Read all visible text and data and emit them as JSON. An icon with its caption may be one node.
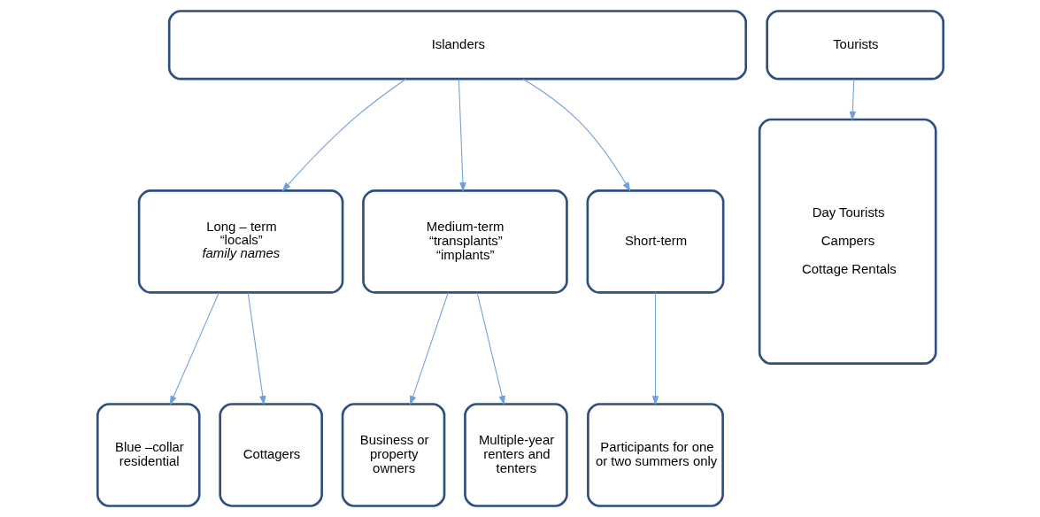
{
  "diagram": {
    "nodes": [
      {
        "text": [
          "Islanders"
        ]
      },
      {
        "text": [
          "Tourists"
        ]
      },
      {
        "text": [
          "Long – term",
          "“locals”",
          "family names"
        ]
      },
      {
        "text": [
          "Medium-term",
          "“transplants”",
          "“implants”"
        ]
      },
      {
        "text": [
          "Short-term"
        ]
      },
      {
        "text": [
          "Day Tourists",
          "Campers",
          "Cottage Rentals"
        ]
      },
      {
        "text": [
          "Blue –collar residential"
        ]
      },
      {
        "text": [
          "Cottagers"
        ]
      },
      {
        "text": [
          "Business or property owners"
        ]
      },
      {
        "text": [
          "Multiple-year renters and tenters"
        ]
      },
      {
        "text": [
          "Participants for one or two summers only"
        ]
      }
    ],
    "edges": [
      {
        "from": 0,
        "to": 2,
        "arrow": "to"
      },
      {
        "from": 0,
        "to": 3,
        "arrow": "to"
      },
      {
        "from": 0,
        "to": 4,
        "arrow": "to"
      },
      {
        "from": 1,
        "to": 5,
        "arrow": "to"
      },
      {
        "from": 2,
        "to": 6,
        "arrow": "to"
      },
      {
        "from": 2,
        "to": 7,
        "arrow": "to"
      },
      {
        "from": 3,
        "to": 8,
        "arrow": "to"
      },
      {
        "from": 3,
        "to": 9,
        "arrow": "to"
      },
      {
        "from": 4,
        "to": 10,
        "arrow": "to"
      }
    ]
  }
}
